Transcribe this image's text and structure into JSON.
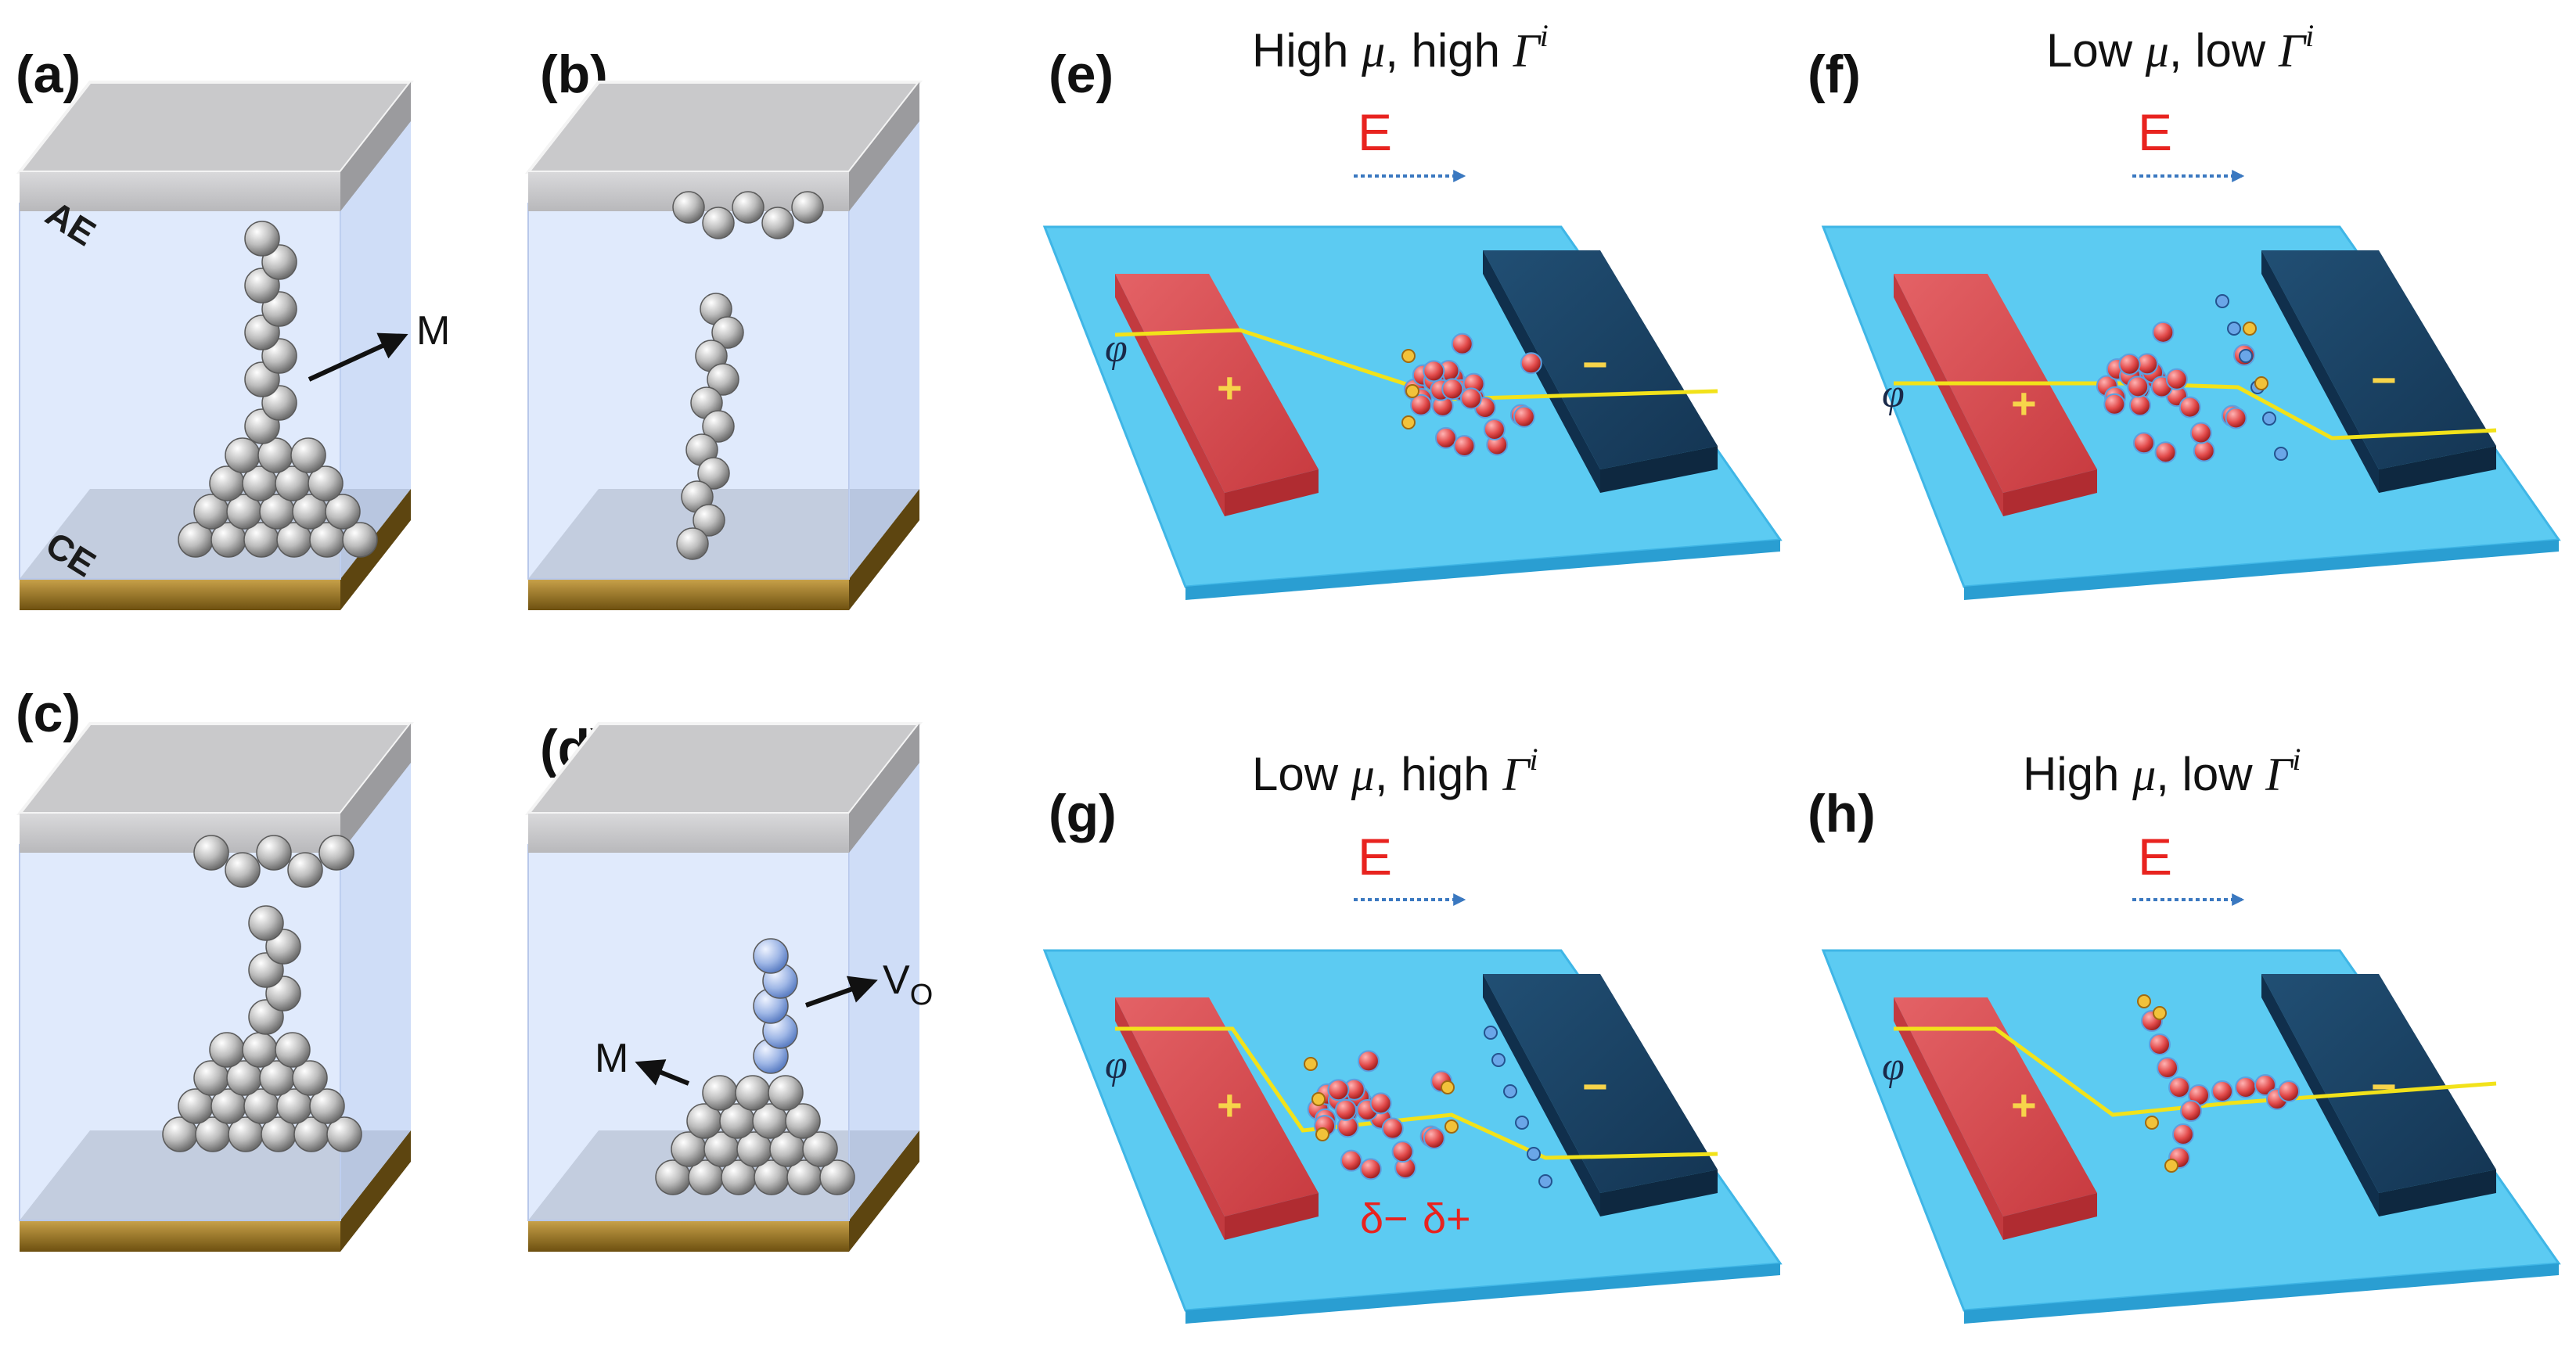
{
  "panels": {
    "a": {
      "label": "(a)",
      "top_electrode": "AE",
      "bottom_electrode": "CE",
      "arrow_label": "M"
    },
    "b": {
      "label": "(b)"
    },
    "c": {
      "label": "(c)"
    },
    "d": {
      "label": "(d)",
      "arrow_label_vo": "V",
      "arrow_label_vo_sub": "O",
      "arrow_label_m": "M"
    },
    "e": {
      "label": "(e)",
      "title_a": "High ",
      "mu": "μ",
      "title_b": ", high ",
      "gamma": "Γ",
      "sup": "i",
      "field": "E",
      "phi": "φ",
      "plus": "+",
      "minus": "−"
    },
    "f": {
      "label": "(f)",
      "title_a": "Low ",
      "mu": "μ",
      "title_b": ", low ",
      "gamma": "Γ",
      "sup": "i",
      "field": "E",
      "phi": "φ",
      "plus": "+",
      "minus": "−"
    },
    "g": {
      "label": "(g)",
      "title_a": "Low ",
      "mu": "μ",
      "title_b": ", high ",
      "gamma": "Γ",
      "sup": "i",
      "field": "E",
      "phi": "φ",
      "plus": "+",
      "minus": "−",
      "delta_minus": "δ−",
      "delta_plus": "δ+"
    },
    "h": {
      "label": "(h)",
      "title_a": "High ",
      "mu": "μ",
      "title_b": ", low ",
      "gamma": "Γ",
      "sup": "i",
      "field": "E",
      "phi": "φ",
      "plus": "+",
      "minus": "−"
    }
  },
  "colors": {
    "substrate": "#5ccbf2",
    "anode_block": "#d9484c",
    "cathode_block": "#173f5f",
    "electrode_top": "#c9c9cb",
    "electrode_bottom": "#8a8a8c",
    "bottom_plate_edge": "#8a6a1e",
    "dielectric": "#d6e3fb",
    "metal_atom": "#c8c8c8",
    "vacancy_atom": "#9fb7e6",
    "ion_cluster": "#e24a4a",
    "potential_line": "#f2e21a",
    "field_text": "#e8231f"
  }
}
